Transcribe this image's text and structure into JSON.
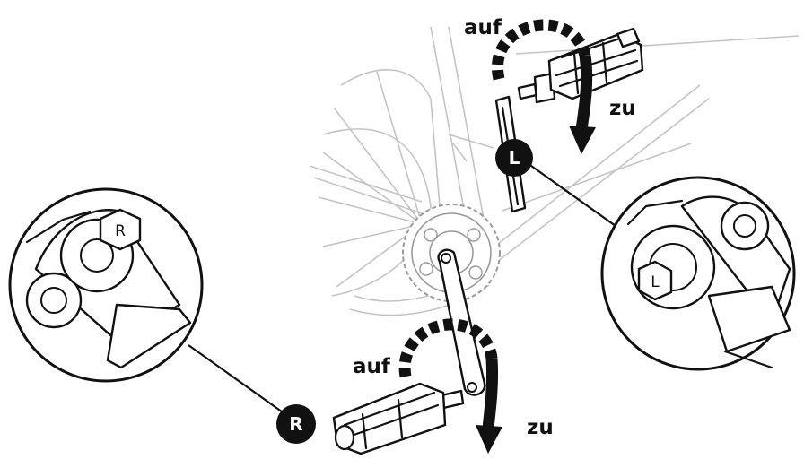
{
  "colors": {
    "ink": "#111111",
    "faint_frame": "#c4c4c4",
    "background": "#ffffff"
  },
  "labels": {
    "top_open": "auf",
    "top_close": "zu",
    "bottom_open": "auf",
    "bottom_close": "zu",
    "badge_left": "L",
    "badge_right": "R",
    "detail_left_hex": "L",
    "detail_right_hex": "R"
  },
  "icons": [
    "rotation-arrow-icon",
    "pedal-icon",
    "badge-left-icon",
    "badge-right-icon",
    "magnifier-detail-icon"
  ]
}
